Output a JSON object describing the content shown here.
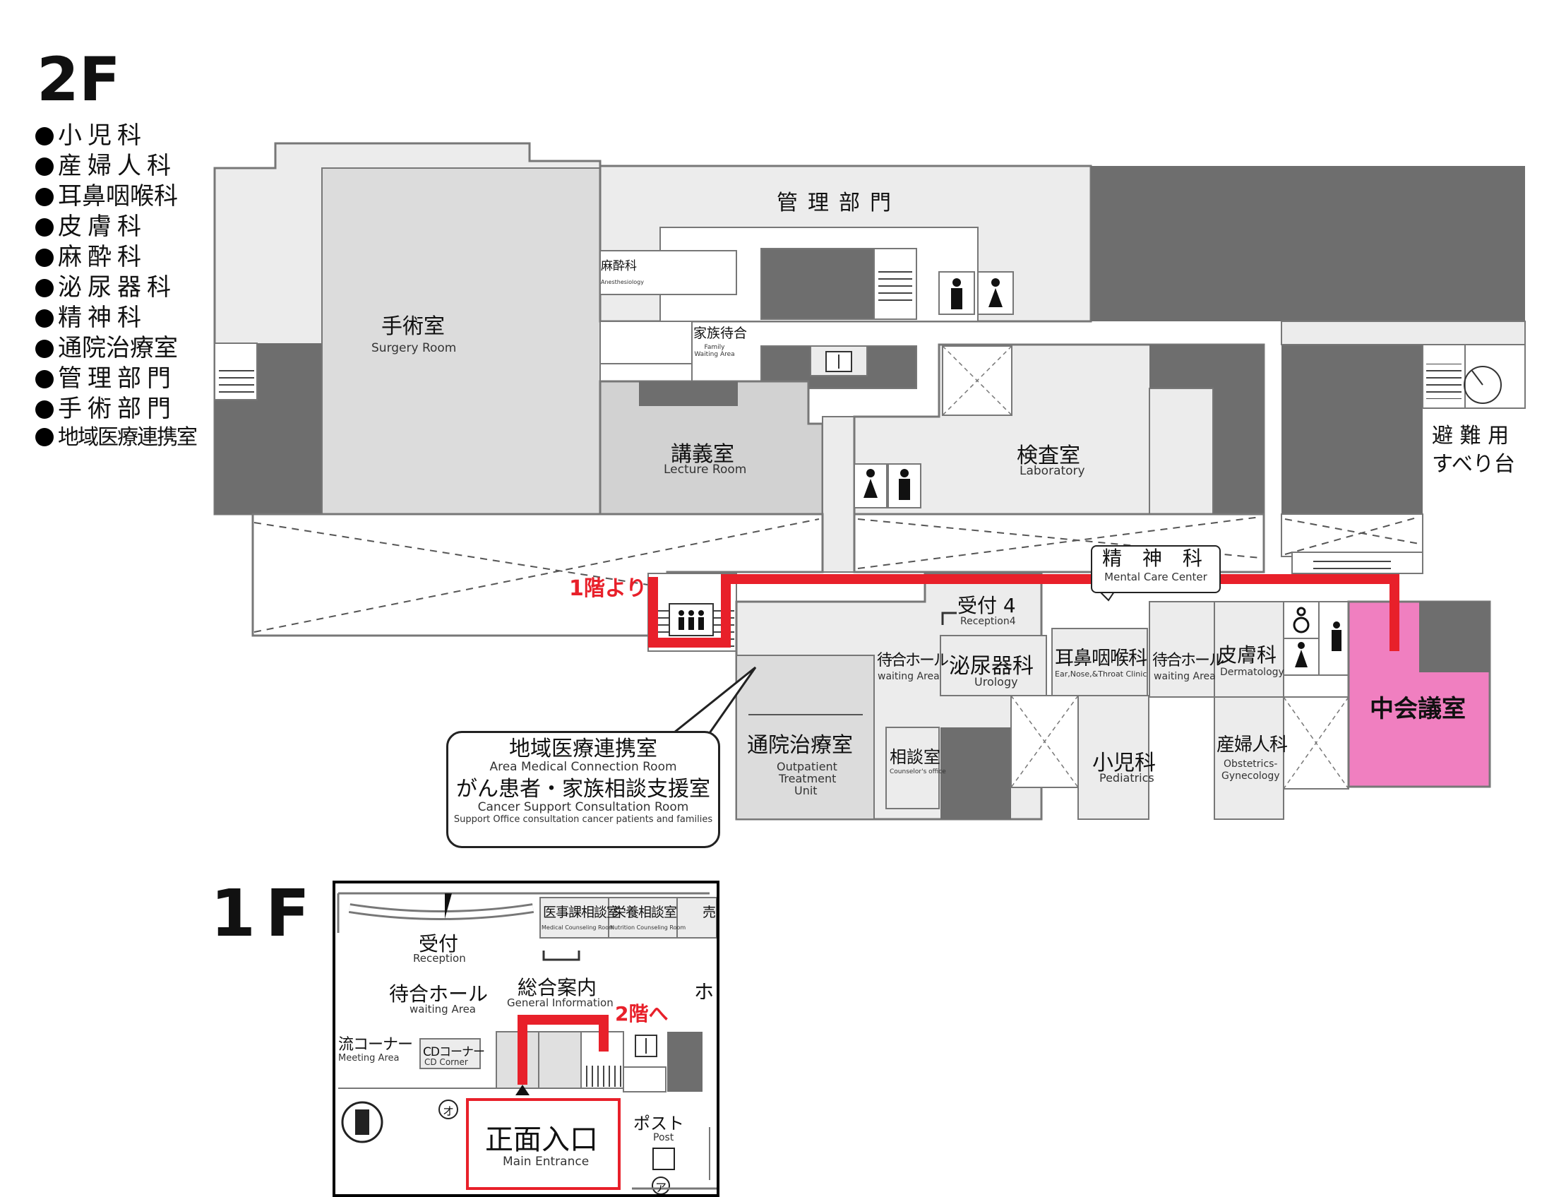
{
  "floor2": {
    "label": "2F",
    "legend": [
      "小児科",
      "産婦人科",
      "耳鼻咽喉科",
      "皮膚科",
      "麻酔科",
      "泌尿器科",
      "精神科",
      "通院治療室",
      "管理部門",
      "手術部門",
      "地域医療連携室"
    ],
    "rooms": {
      "admin": "管理部門",
      "surgery_ja": "手術室",
      "surgery_en": "Surgery Room",
      "anesthesia_ja": "麻酔科",
      "anesthesia_en": "Anesthesiology",
      "family_wait_ja": "家族待合",
      "family_wait_en": "Family Waiting Area",
      "lecture_ja": "講義室",
      "lecture_en": "Lecture Room",
      "laboratory_ja": "検査室",
      "laboratory_en": "Laboratory",
      "evac_slide_1": "避 難 用",
      "evac_slide_2": "すべり台",
      "from_1f": "1階より",
      "mental_ja": "精 神 科",
      "mental_en": "Mental Care Center",
      "reception4_ja": "受付 4",
      "reception4_en": "Reception4",
      "waiting_ja": "待合ホール",
      "waiting_en": "waiting Area",
      "urology_ja": "泌尿器科",
      "urology_en": "Urology",
      "ent_ja": "耳鼻咽喉科",
      "ent_en": "Ear,Nose,&Throat Clinic",
      "dermatology_ja": "皮膚科",
      "dermatology_en": "Dermatology",
      "meeting_room": "中会議室",
      "outpatient_ja": "通院治療室",
      "outpatient_en_1": "Outpatient",
      "outpatient_en_2": "Treatment",
      "outpatient_en_3": "Unit",
      "counsel_ja": "相談室",
      "counsel_en": "Counselor's office",
      "pediatrics_ja": "小児科",
      "pediatrics_en": "Pediatrics",
      "obgyn_ja": "産婦人科",
      "obgyn_en_1": "Obstetrics-",
      "obgyn_en_2": "Gynecology"
    },
    "callout": {
      "line1_ja": "地域医療連携室",
      "line1_en": "Area Medical Connection Room",
      "line2_ja": "がん患者・家族相談支援室",
      "line2_en": "Cancer Support Consultation Room",
      "line3_en": "Support Office consultation cancer patients and families"
    }
  },
  "floor1": {
    "label": "1F",
    "rooms": {
      "medical_counsel_ja": "医事課相談室",
      "medical_counsel_en": "Medical Counseling Room",
      "nutrition_counsel_ja": "栄養相談室",
      "nutrition_counsel_en": "Nutrition Counseling Room",
      "reception_ja": "受付",
      "reception_en": "Reception",
      "waiting_ja": "待合ホール",
      "waiting_en": "waiting Area",
      "general_info_ja": "総合案内",
      "general_info_en": "General Information",
      "to_2f": "2階へ",
      "meeting_corner_ja": "流コーナー",
      "meeting_corner_en": "Meeting Area",
      "cd_corner_ja": "CDコーナー",
      "cd_corner_en": "CD Corner",
      "post_ja": "ポスト",
      "post_en": "Post",
      "main_entrance_ja": "正面入口",
      "main_entrance_en": "Main Entrance",
      "partial_ho": "ホ",
      "partial_right": "売",
      "mark_o": "オ",
      "mark_a": "ア"
    }
  },
  "colors": {
    "route": "#e8202a",
    "highlight_room": "#f07fc0",
    "room_fill": "#ececec",
    "dark_block": "#6e6e6e",
    "lecture_fill": "#d2d2d2",
    "wall": "#777777"
  },
  "icons": [
    "stairs-icon",
    "elevator-icon",
    "male-restroom-icon",
    "female-restroom-icon",
    "wheelchair-icon",
    "phone-icon",
    "mailbox-icon",
    "entrance-arrow-icon"
  ]
}
